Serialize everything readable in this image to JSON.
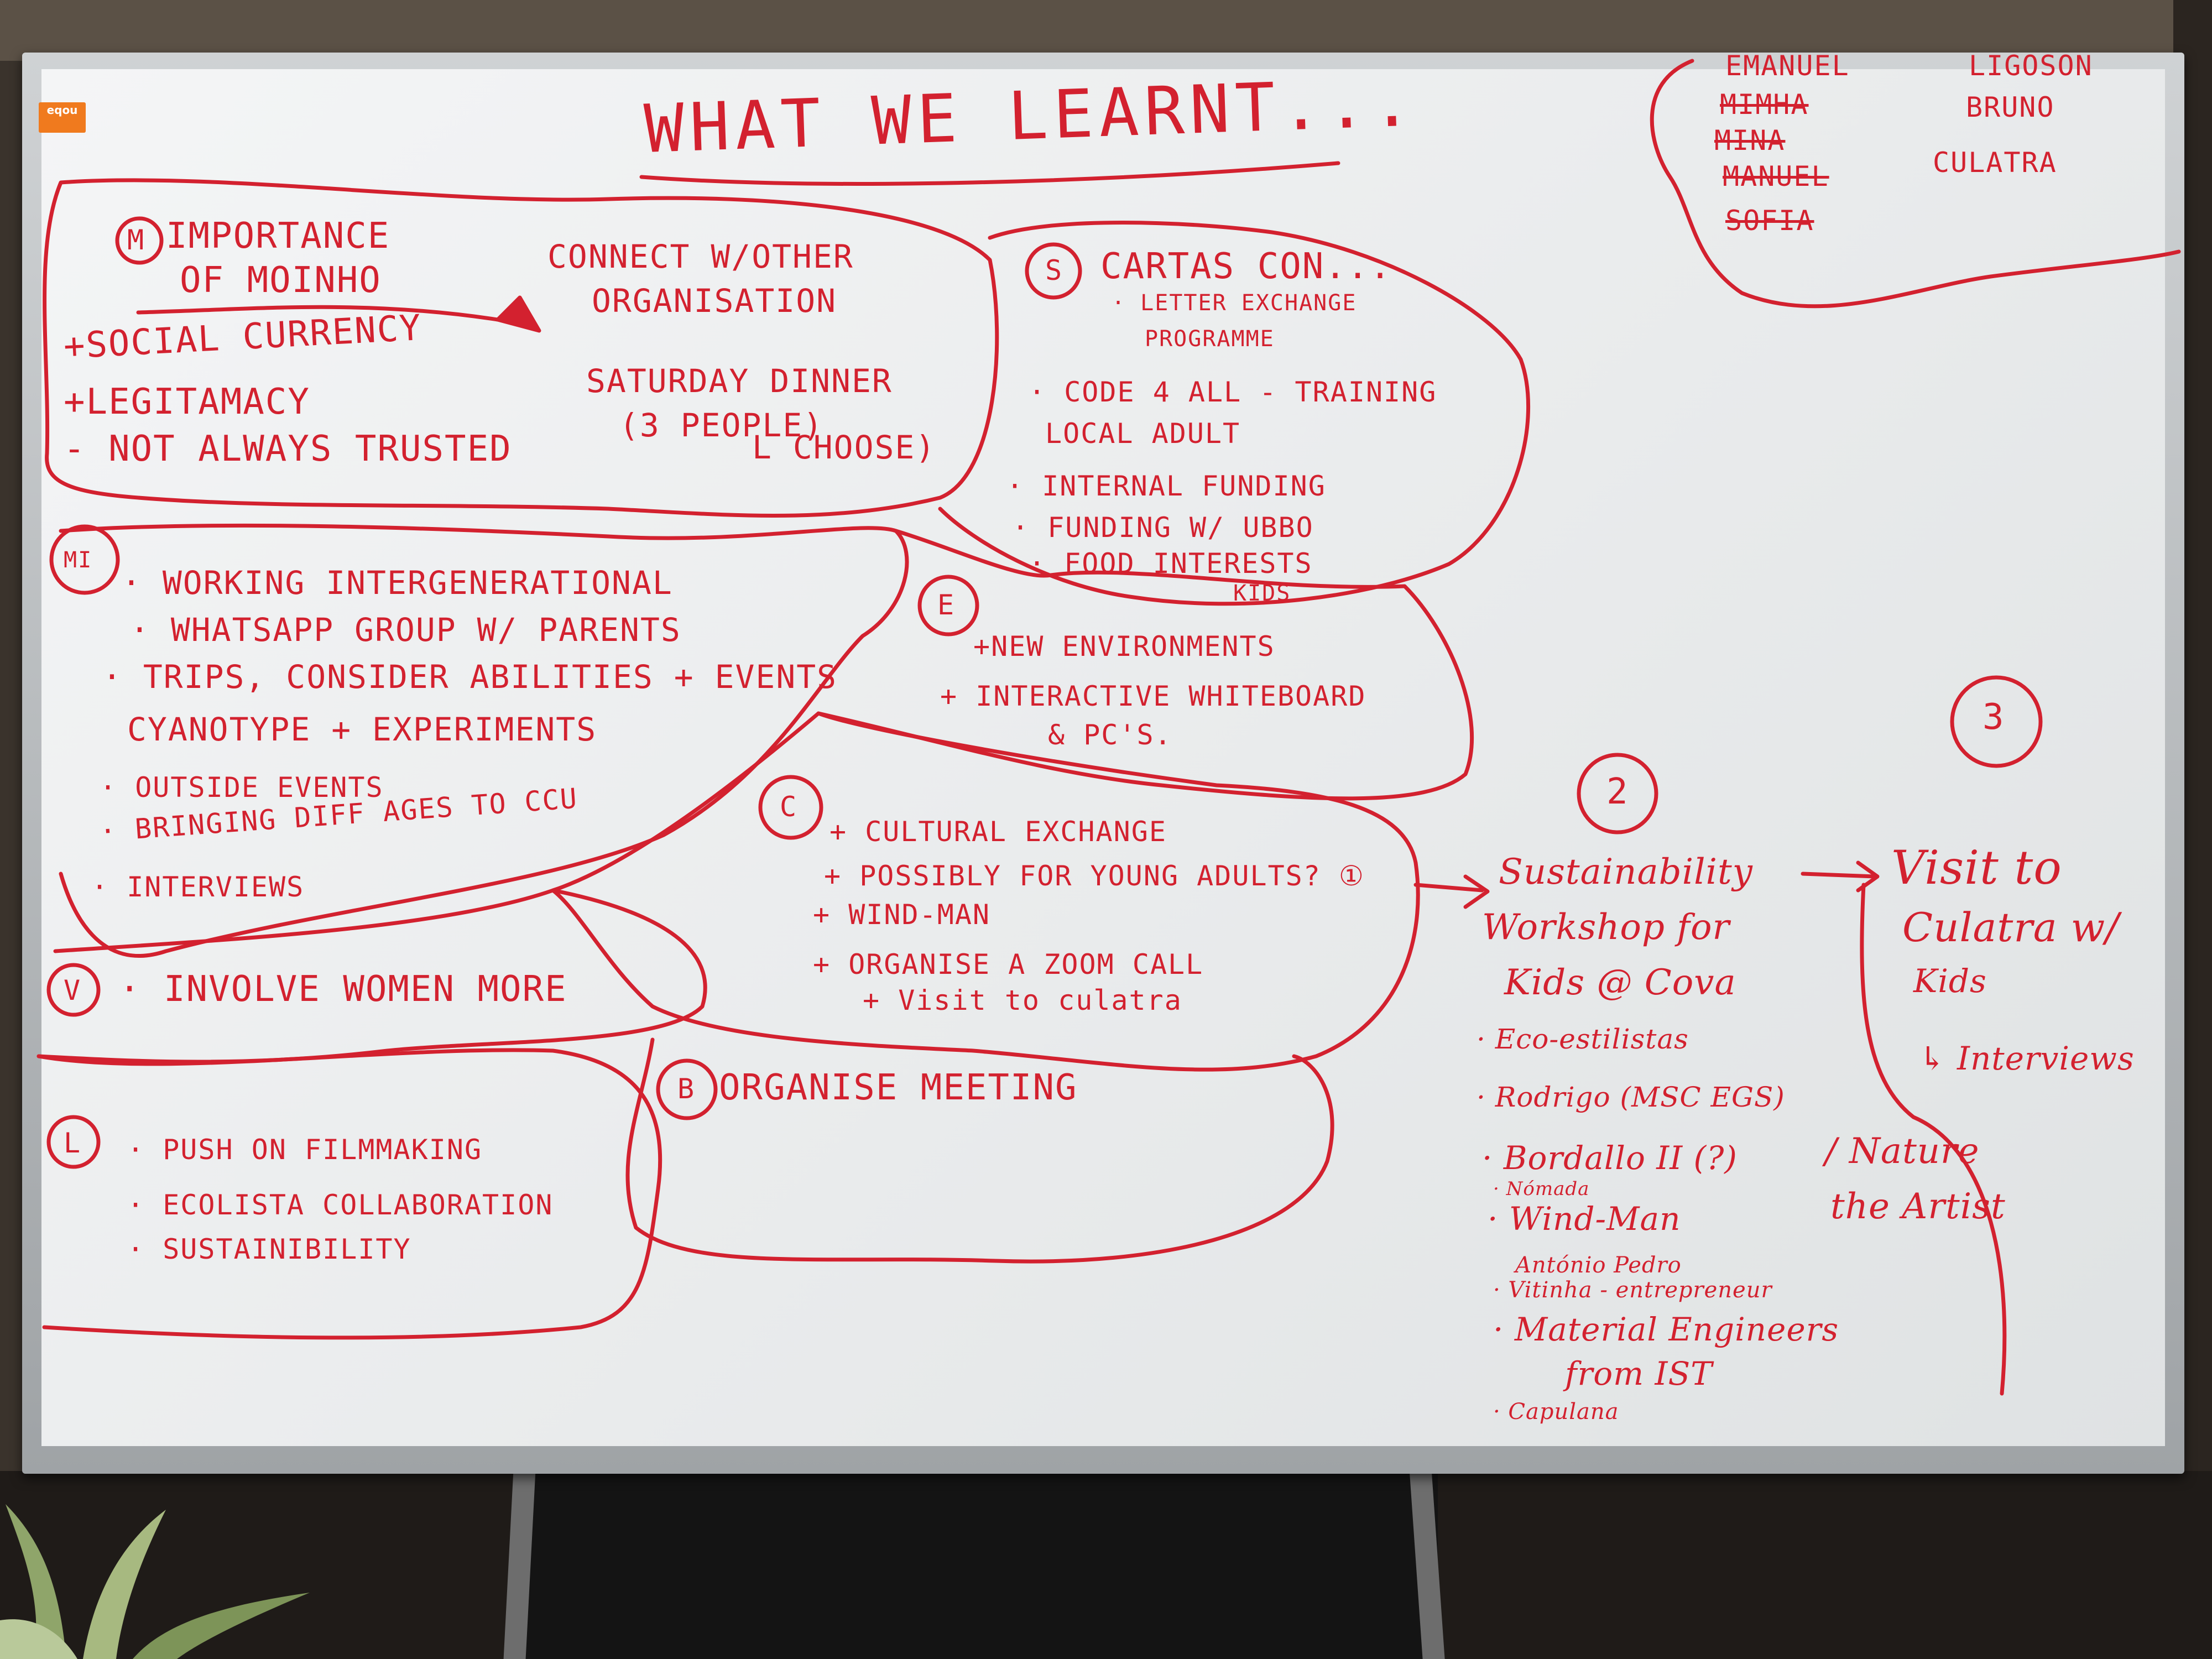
{
  "brand": {
    "logo_text": "eqou"
  },
  "title": "WHAT WE LEARNT...",
  "names": {
    "col1": [
      "EMANUEL",
      "MIMHA",
      "MINA",
      "MANUEL",
      "SOFIA"
    ],
    "col2": [
      "LIGOSON",
      "BRUNO",
      "CULATRA"
    ]
  },
  "moinho": {
    "marker": "M",
    "heading_1": "IMPORTANCE",
    "heading_2": "OF MOINHO",
    "items": [
      "+SOCIAL CURRENCY",
      "+LEGITAMACY",
      "- NOT ALWAYS TRUSTED"
    ]
  },
  "connect": {
    "line_1": "CONNECT W/OTHER",
    "line_2": "ORGANISATION",
    "line_3": "SATURDAY DINNER",
    "line_4": "(3 PEOPLE)",
    "line_5": "L CHOOSE)"
  },
  "cartas": {
    "marker": "S",
    "heading": "CARTAS CON...",
    "items": [
      "· LETTER EXCHANGE",
      "PROGRAMME",
      "· CODE 4 ALL - TRAINING",
      "LOCAL ADULT",
      "· INTERNAL FUNDING",
      "· FUNDING W/ UBBO",
      "· FOOD INTERESTS",
      "KIDS"
    ]
  },
  "mi": {
    "marker": "MI",
    "items": [
      "· WORKING INTERGENERATIONAL",
      "· WHATSAPP GROUP W/ PARENTS",
      "· TRIPS, CONSIDER ABILITIES + EVENTS",
      "CYANOTYPE + EXPERIMENTS",
      "· OUTSIDE EVENTS",
      "· BRINGING DIFF AGES TO CCU",
      "· INTERVIEWS"
    ]
  },
  "environment": {
    "marker": "E",
    "items": [
      "+NEW ENVIRONMENTS",
      "+ INTERACTIVE WHITEBOARD",
      "& PC'S."
    ]
  },
  "cultural": {
    "marker": "C",
    "items": [
      "+ CULTURAL EXCHANGE",
      "+ POSSIBLY FOR YOUNG ADULTS? ①",
      "+ WIND-MAN",
      "+ ORGANISE A ZOOM CALL",
      "+ Visit to culatra"
    ]
  },
  "women": {
    "marker": "V",
    "text": "· INVOLVE WOMEN MORE"
  },
  "meeting": {
    "marker": "B",
    "text": "ORGANISE MEETING"
  },
  "film": {
    "marker": "L",
    "items": [
      "· PUSH ON FILMMAKING",
      "· ECOLISTA COLLABORATION",
      "· SUSTAINIBILITY"
    ]
  },
  "step2": {
    "number": "2",
    "items": [
      "Sustainability",
      "Workshop for",
      "Kids @ Cova",
      "· Eco-estilistas",
      "· Rodrigo (MSC EGS)",
      "· Bordallo II (?)",
      "· Nómada",
      "· Wind-Man",
      "António Pedro",
      "· Vitinha - entrepreneur",
      "· Material Engineers",
      "from IST",
      "· Capulana"
    ]
  },
  "nature": {
    "line_1": "/ Nature",
    "line_2": "the Artist"
  },
  "step3": {
    "number": "3",
    "items": [
      "Visit to",
      "Culatra w/",
      "Kids",
      "↳ Interviews"
    ]
  }
}
